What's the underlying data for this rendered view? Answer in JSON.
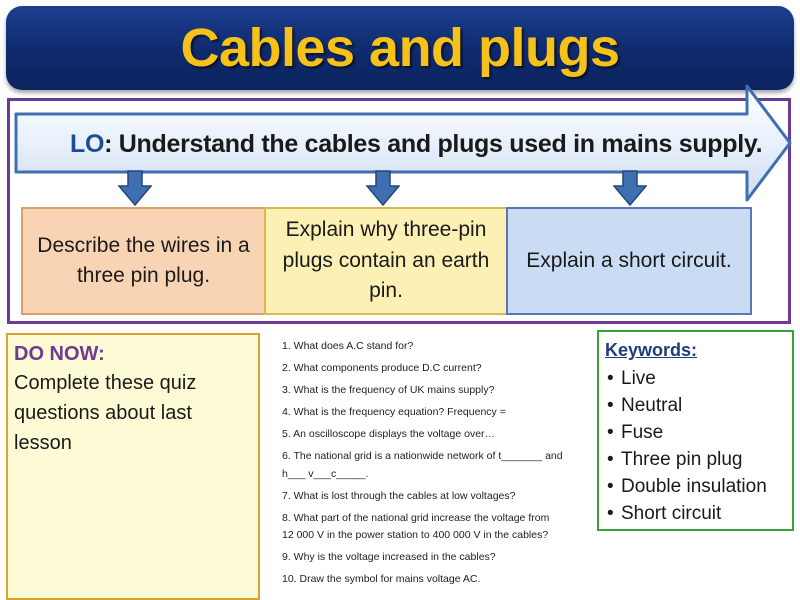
{
  "title": "Cables and plugs",
  "learning_objective": {
    "prefix": "LO",
    "separator": ": ",
    "text": "Understand the cables and plugs used in mains supply."
  },
  "objectives": [
    {
      "text": "Describe the wires in a three pin plug."
    },
    {
      "text": "Explain why three-pin plugs contain an earth pin."
    },
    {
      "text": "Explain a short circuit."
    }
  ],
  "do_now": {
    "heading": "DO NOW:",
    "body": "Complete these quiz questions about last lesson"
  },
  "quiz": [
    {
      "lines": [
        "1. What does A.C stand for?"
      ]
    },
    {
      "lines": [
        "2. What components produce D.C current?"
      ]
    },
    {
      "lines": [
        "3. What is the frequency of UK mains supply?"
      ]
    },
    {
      "lines": [
        "4. What is the frequency equation? Frequency ="
      ]
    },
    {
      "lines": [
        "5. An oscilloscope displays the voltage over…"
      ]
    },
    {
      "lines": [
        "6. The national grid is a nationwide network of t_______ and",
        "h___ v___c_____."
      ]
    },
    {
      "lines": [
        "7. What is lost through the cables at low voltages?"
      ]
    },
    {
      "lines": [
        "8. What part of the national grid increase the voltage from",
        "12 000 V in the power station to 400 000 V in the cables?"
      ]
    },
    {
      "lines": [
        "9. Why is the voltage increased in the cables?"
      ]
    },
    {
      "lines": [
        "10. Draw the symbol for mains voltage AC."
      ]
    }
  ],
  "keywords": {
    "heading": "Keywords:",
    "items": [
      "Live",
      "Neutral",
      "Fuse",
      "Three pin plug",
      "Double insulation",
      "Short circuit"
    ]
  },
  "colors": {
    "banner": "#0f2a6c",
    "title_text": "#f6c21a",
    "frame": "#6e3b94",
    "lo_prefix": "#1c4e8f",
    "objective_1": "#f9d4b4",
    "objective_2": "#fcf0b4",
    "objective_3": "#c9dcf4",
    "do_now_bg": "#fdfbd6",
    "keywords_border": "#3aa13a"
  }
}
